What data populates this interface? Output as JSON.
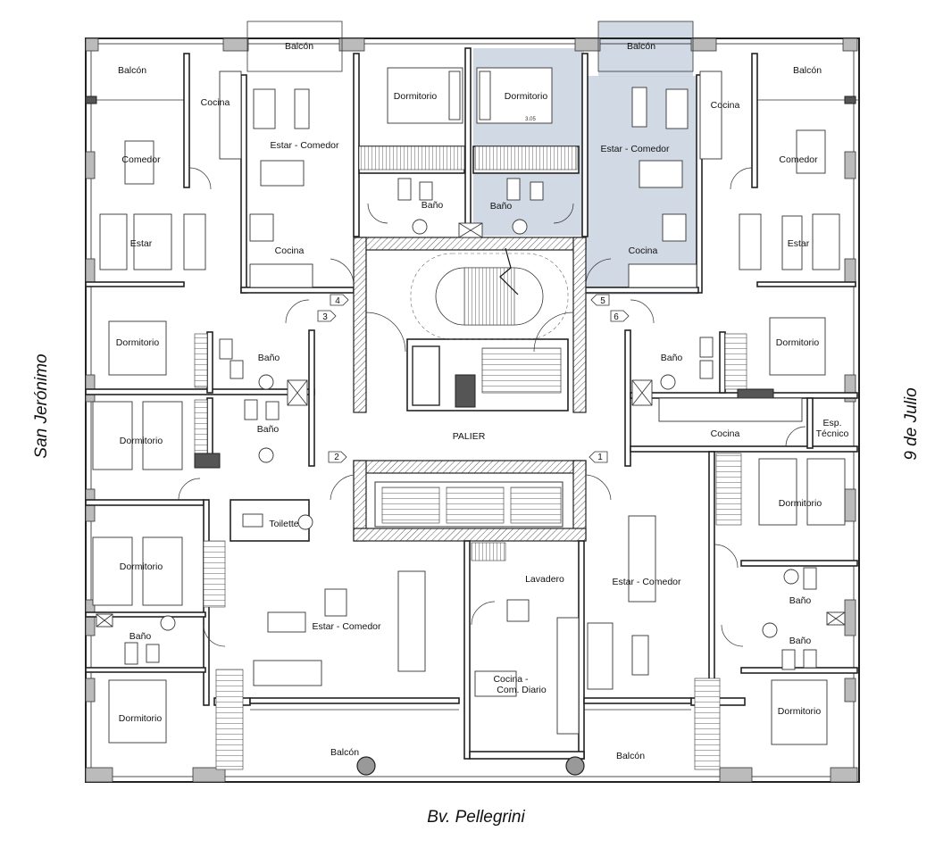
{
  "streets": {
    "left": "San Jerónimo",
    "right": "9 de Julio",
    "bottom": "Bv. Pellegrini"
  },
  "colors": {
    "highlighted_unit": "#c9d3df",
    "walls": "#222222",
    "background": "#ffffff"
  },
  "rooms": {
    "balcon_top_left": "Balcón",
    "balcon_top_center_left": "Balcón",
    "balcon_top_center_right": "Balcón",
    "balcon_top_right": "Balcón",
    "cocina_top_left": "Cocina",
    "cocina_top_right": "Cocina",
    "comedor_left": "Comedor",
    "comedor_right": "Comedor",
    "estar_left": "Estar",
    "estar_right": "Estar",
    "estar_comedor_unit4": "Estar - Comedor",
    "estar_comedor_unit5": "Estar - Comedor",
    "cocina_unit4": "Cocina",
    "cocina_unit5": "Cocina",
    "dormitorio_unit4": "Dormitorio",
    "dormitorio_unit5": "Dormitorio",
    "dimension_label": "3.05",
    "bano_unit4": "Baño",
    "bano_unit5": "Baño",
    "dormitorio_left_1": "Dormitorio",
    "bano_left_1": "Baño",
    "dormitorio_left_2": "Dormitorio",
    "bano_left_2": "Baño",
    "toilette": "Toilette",
    "dormitorio_left_3": "Dormitorio",
    "bano_left_3": "Baño",
    "dormitorio_left_4": "Dormitorio",
    "estar_comedor_bottom_left": "Estar - Comedor",
    "balcon_bottom_left": "Balcón",
    "palier": "PALIER",
    "lavadero": "Lavadero",
    "cocina_comedor_diario": "Cocina -\nCom. Diario",
    "cocina_comedor_diario_line1": "Cocina -",
    "cocina_comedor_diario_line2": "Com. Diario",
    "balcon_bottom_right": "Balcón",
    "estar_comedor_bottom_right": "Estar - Comedor",
    "dormitorio_right_1": "Dormitorio",
    "bano_right_1": "Baño",
    "cocina_right": "Cocina",
    "esp_tecnico_line1": "Esp.",
    "esp_tecnico_line2": "Técnico",
    "dormitorio_right_2": "Dormitorio",
    "bano_right_2": "Baño",
    "bano_right_3": "Baño",
    "dormitorio_right_3": "Dormitorio"
  },
  "unit_numbers": {
    "n1": "1",
    "n2": "2",
    "n3": "3",
    "n4": "4",
    "n5": "5",
    "n6": "6"
  }
}
